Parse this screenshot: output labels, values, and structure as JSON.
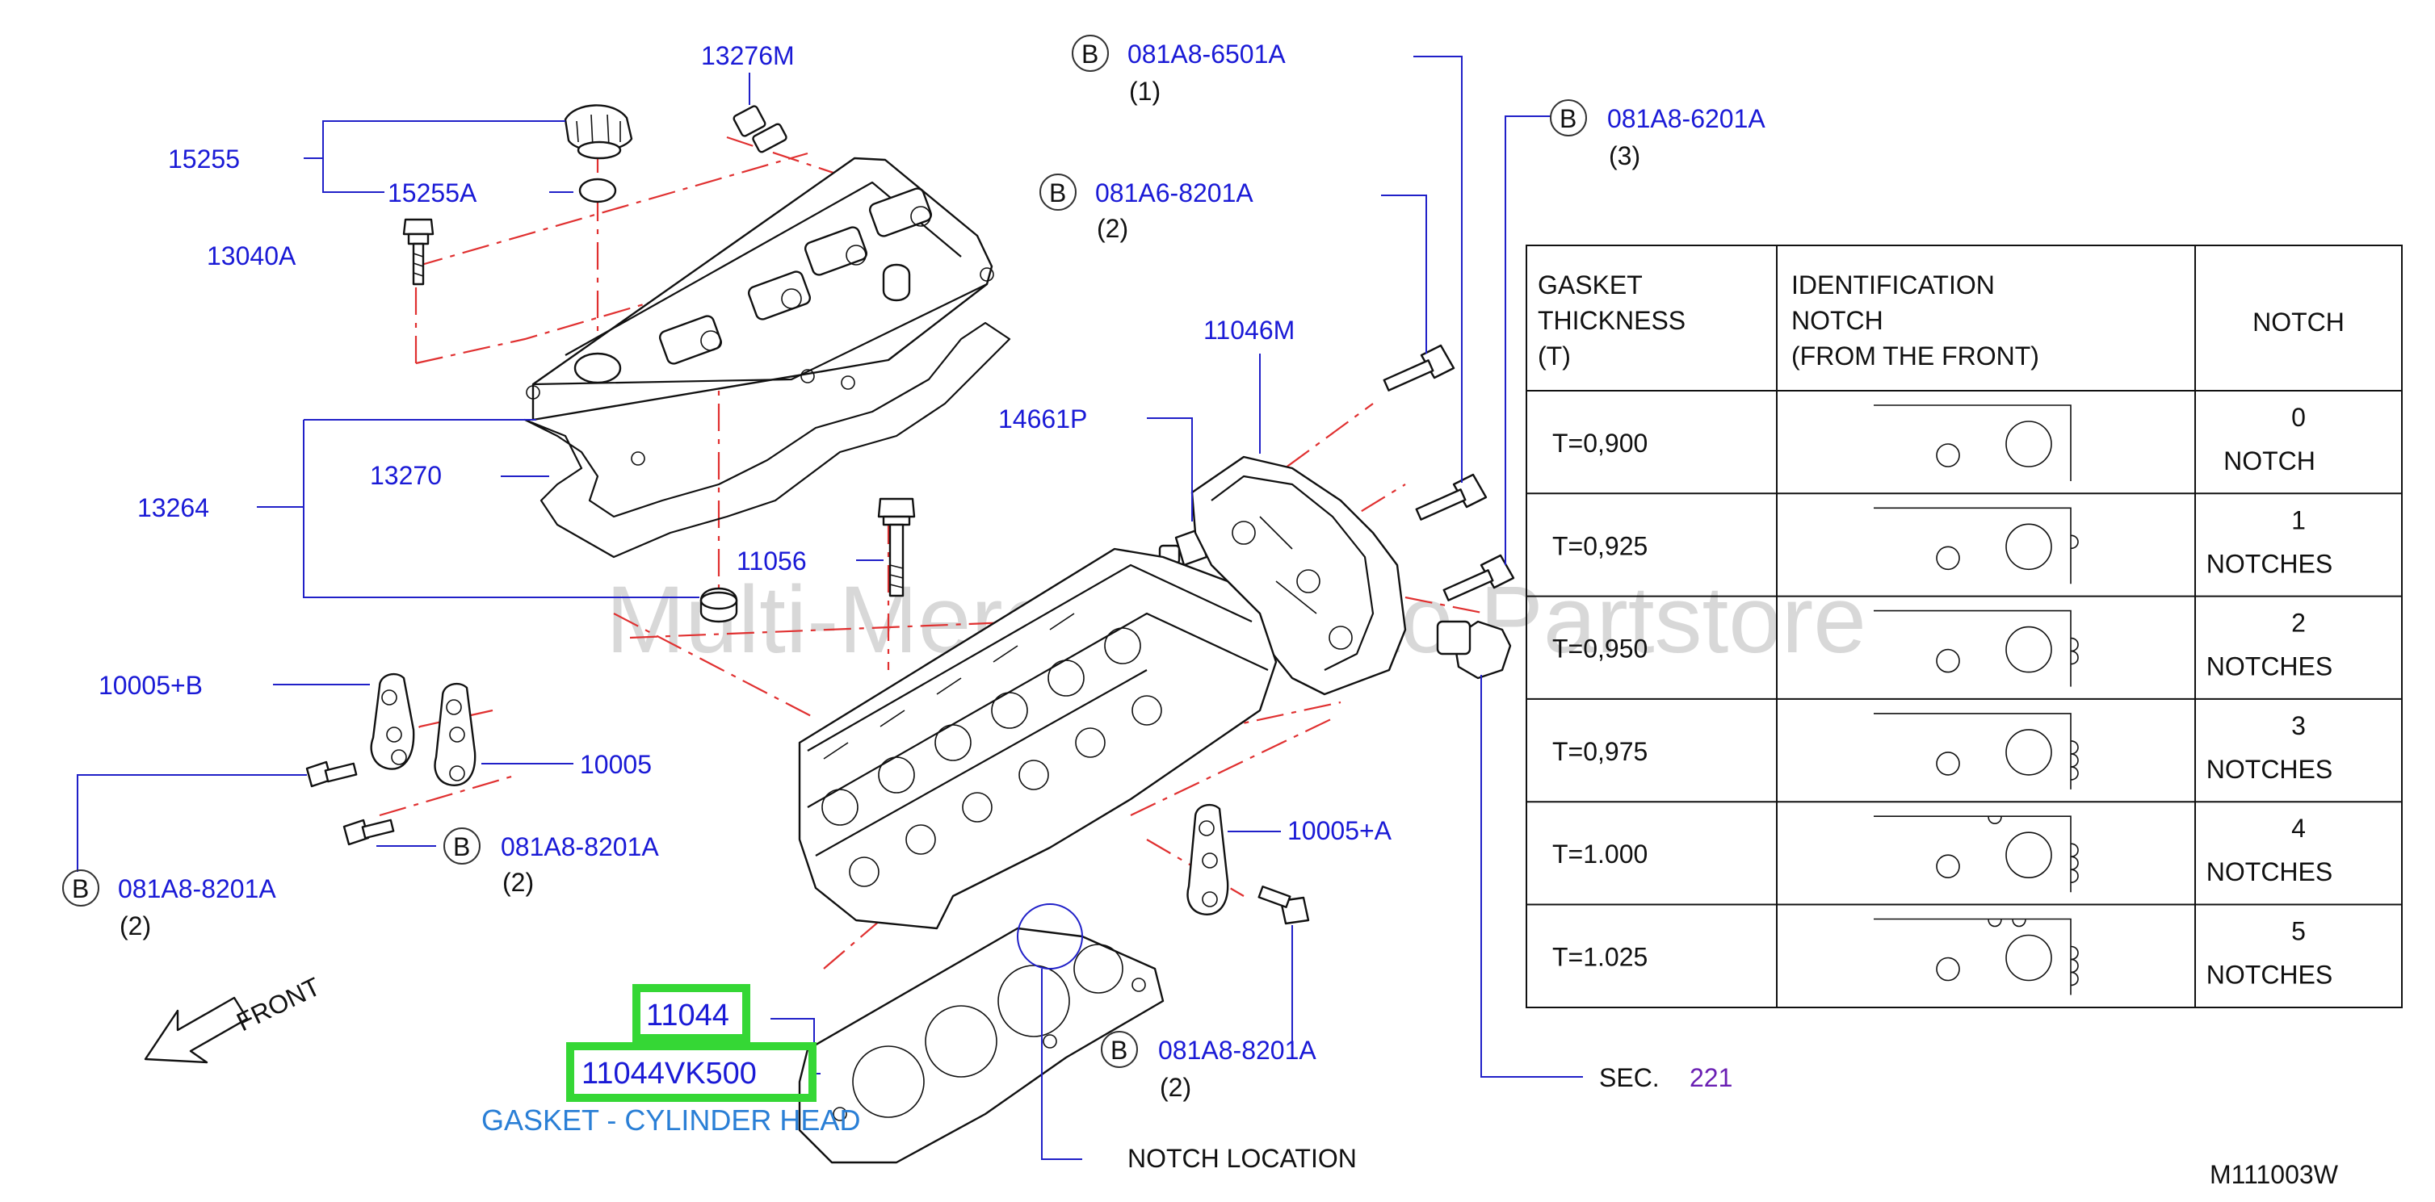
{
  "labels": {
    "p15255": "15255",
    "p15255a": "15255A",
    "p13276m": "13276M",
    "p13040a": "13040A",
    "p13264": "13264",
    "p13270": "13270",
    "p11056": "11056",
    "p14661p": "14661P",
    "p11046m": "11046M",
    "p10005b": "10005+B",
    "p10005": "10005",
    "p10005a": "10005+A",
    "p11044": "11044",
    "p11044vk500": "11044VK500",
    "gasket_desc": "GASKET - CYLINDER HEAD",
    "notch_location": "NOTCH   LOCATION",
    "front": "FRONT",
    "sec": "SEC.",
    "sec_num": "221",
    "code": "M111003W",
    "b": "B"
  },
  "bolts": {
    "b1": {
      "part": "081A8-6501A",
      "qty": "(1)"
    },
    "b2": {
      "part": "081A6-8201A",
      "qty": "(2)"
    },
    "b3": {
      "part": "081A8-6201A",
      "qty": "(3)"
    },
    "b4": {
      "part": "081A8-8201A",
      "qty": "(2)"
    },
    "b5": {
      "part": "081A8-8201A",
      "qty": "(2)"
    },
    "b6": {
      "part": "081A8-8201A",
      "qty": "(2)"
    }
  },
  "table": {
    "headers": {
      "col1": [
        "GASKET",
        "THICKNESS",
        "(T)"
      ],
      "col2": [
        "IDENTIFICATION",
        "NOTCH",
        "(FROM   THE   FRONT)"
      ],
      "col3": "NOTCH"
    },
    "rows": [
      {
        "thickness": "T=0,900",
        "count": "0",
        "unit": "NOTCH",
        "notches": 0
      },
      {
        "thickness": "T=0,925",
        "count": "1",
        "unit": "NOTCHES",
        "notches": 1
      },
      {
        "thickness": "T=0,950",
        "count": "2",
        "unit": "NOTCHES",
        "notches": 2
      },
      {
        "thickness": "T=0,975",
        "count": "3",
        "unit": "NOTCHES",
        "notches": 3
      },
      {
        "thickness": "T=1.000",
        "count": "4",
        "unit": "NOTCHES",
        "notches": 4
      },
      {
        "thickness": "T=1.025",
        "count": "5",
        "unit": "NOTCHES",
        "notches": 5
      }
    ]
  },
  "watermark": "Multi-Merchant Auto Partstore",
  "colors": {
    "label_blue": "#1a1ad6",
    "phantom_red": "#e03030",
    "highlight_green": "#35d735",
    "sub_blue": "#2a7fd6",
    "sec_purple": "#6a1fb3"
  }
}
